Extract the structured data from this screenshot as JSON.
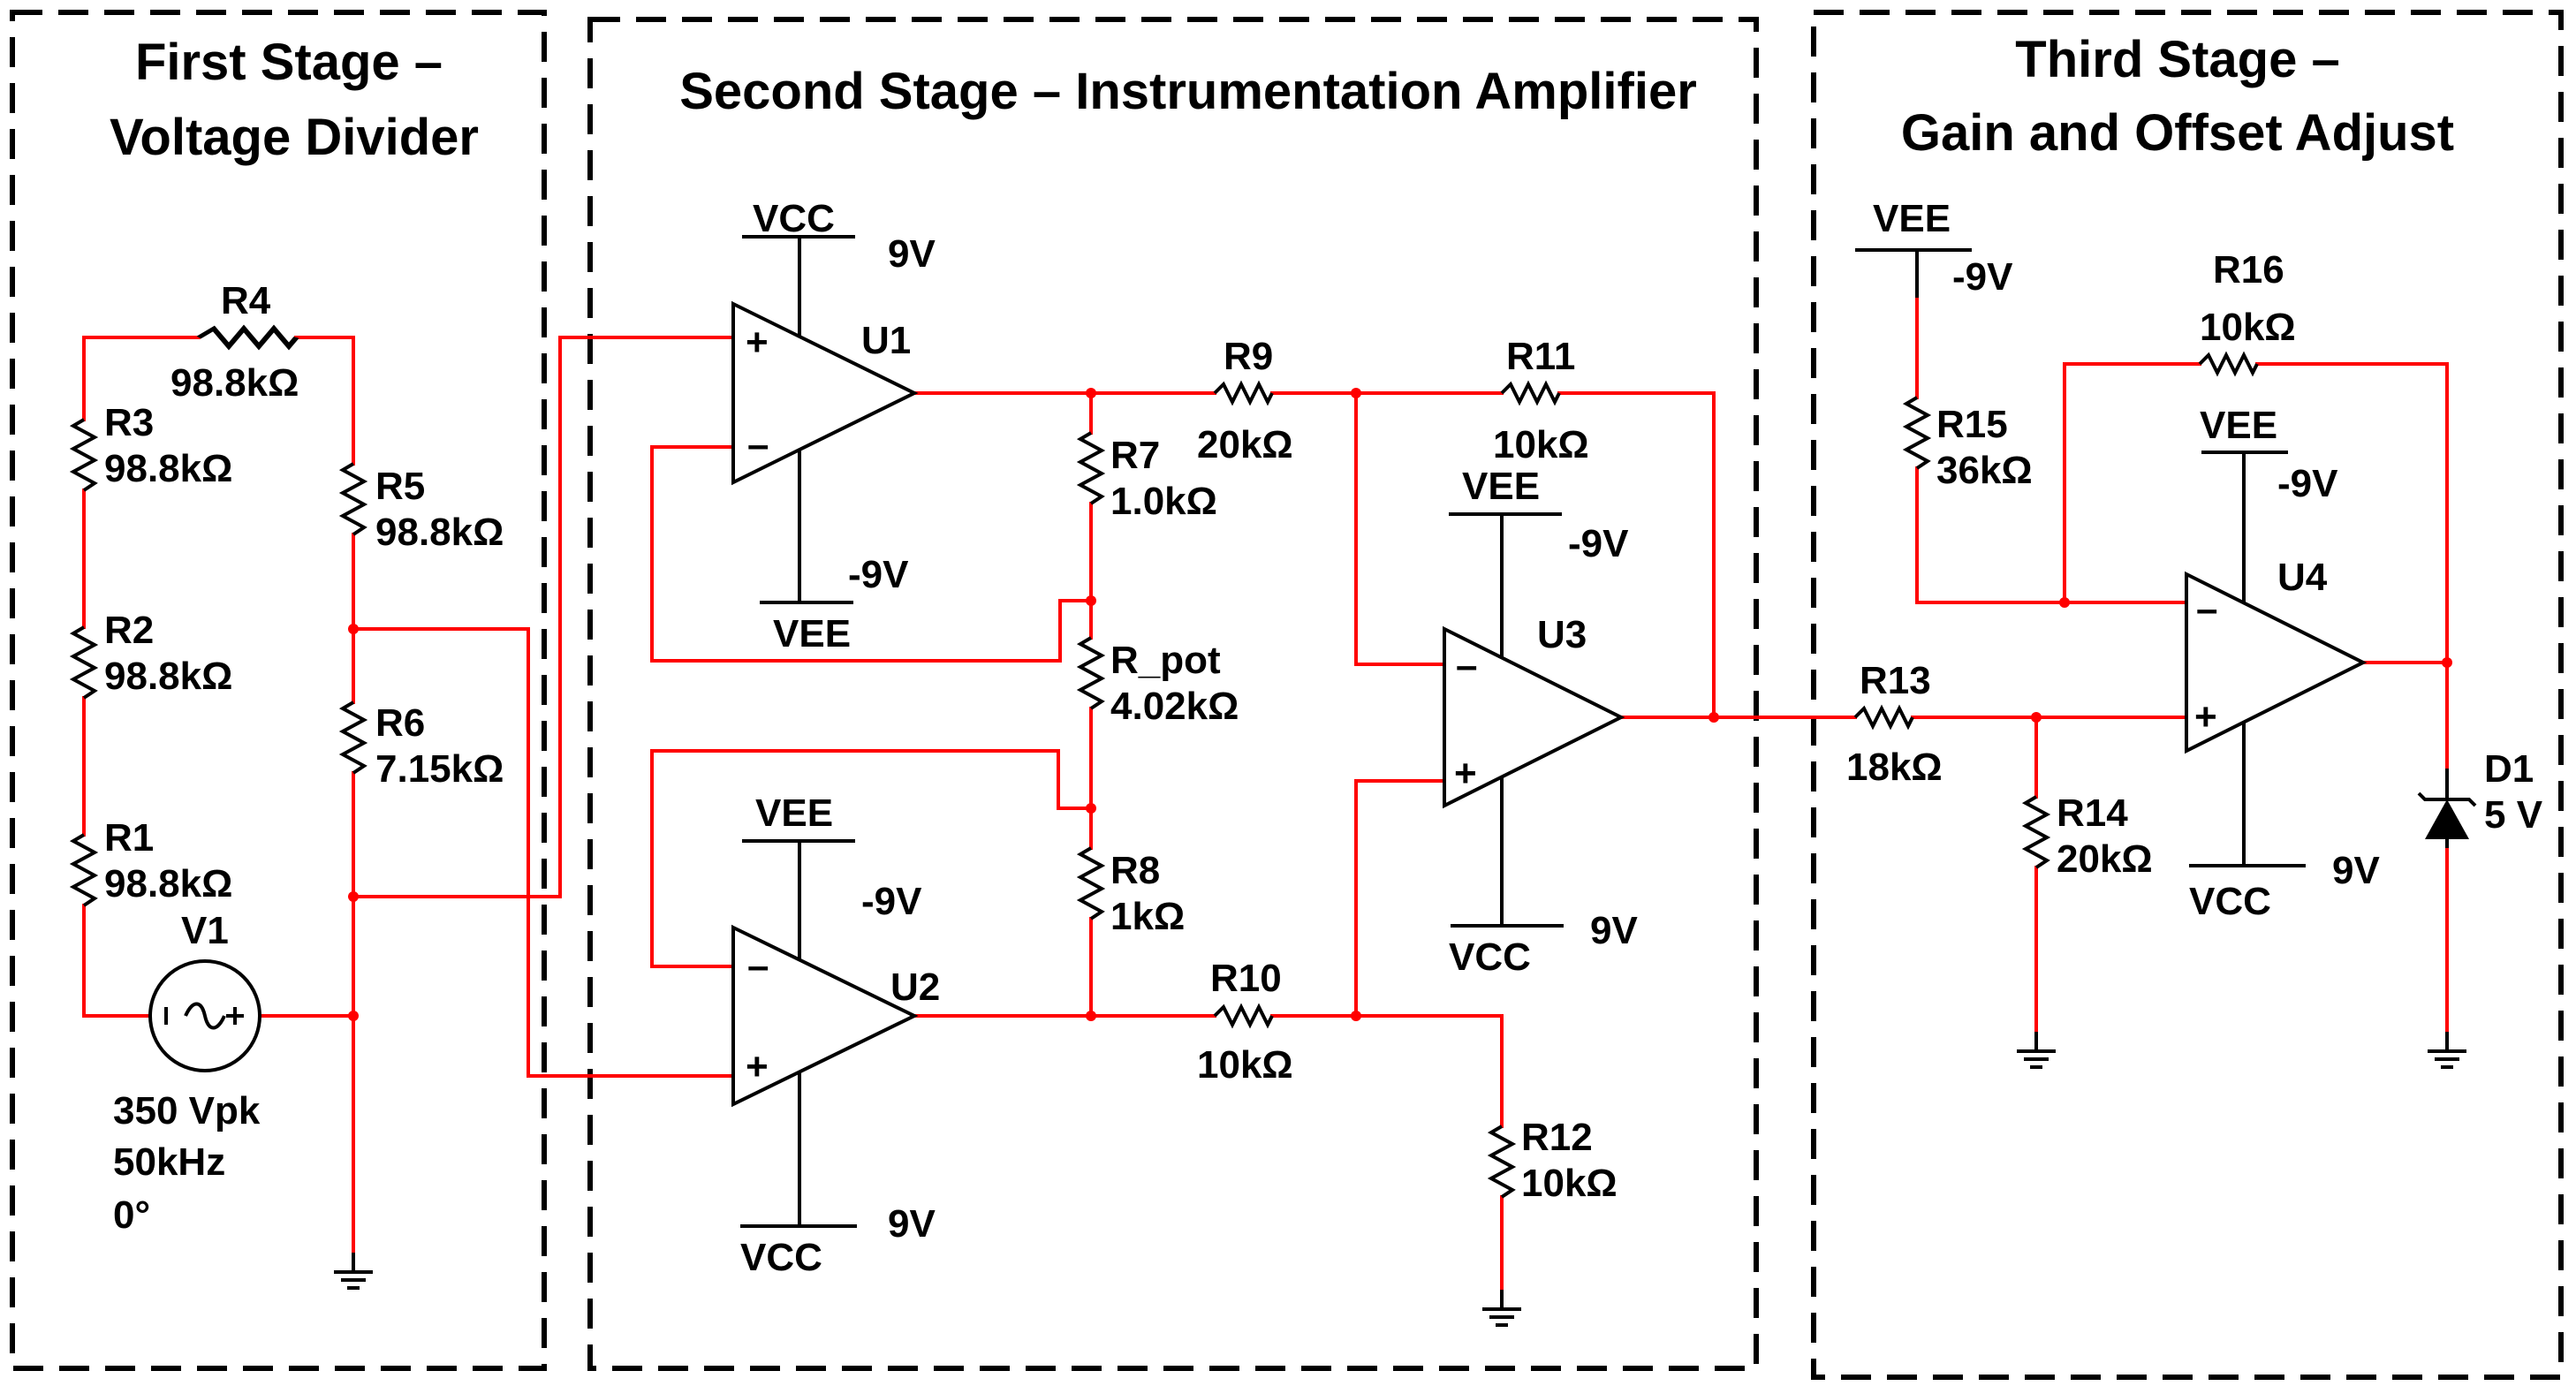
{
  "stages": {
    "first": {
      "title_line1": "First Stage –",
      "title_line2": "Voltage Divider"
    },
    "second": {
      "title": "Second Stage – Instrumentation Amplifier"
    },
    "third": {
      "title_line1": "Third Stage –",
      "title_line2": "Gain and Offset Adjust"
    }
  },
  "components": {
    "R1": {
      "name": "R1",
      "value": "98.8kΩ"
    },
    "R2": {
      "name": "R2",
      "value": "98.8kΩ"
    },
    "R3": {
      "name": "R3",
      "value": "98.8kΩ"
    },
    "R4": {
      "name": "R4",
      "value": "98.8kΩ"
    },
    "R5": {
      "name": "R5",
      "value": "98.8kΩ"
    },
    "R6": {
      "name": "R6",
      "value": "7.15kΩ"
    },
    "R7": {
      "name": "R7",
      "value": "1.0kΩ"
    },
    "R_pot": {
      "name": "R_pot",
      "value": "4.02kΩ"
    },
    "R8": {
      "name": "R8",
      "value": "1kΩ"
    },
    "R9": {
      "name": "R9",
      "value": "20kΩ"
    },
    "R10": {
      "name": "R10",
      "value": "10kΩ"
    },
    "R11": {
      "name": "R11",
      "value": "10kΩ"
    },
    "R12": {
      "name": "R12",
      "value": "10kΩ"
    },
    "R13": {
      "name": "R13",
      "value": "18kΩ"
    },
    "R14": {
      "name": "R14",
      "value": "20kΩ"
    },
    "R15": {
      "name": "R15",
      "value": "36kΩ"
    },
    "R16": {
      "name": "R16",
      "value": "10kΩ"
    },
    "V1": {
      "name": "V1",
      "amplitude": "350 Vpk",
      "frequency": "50kHz",
      "phase": "0°"
    },
    "U1": {
      "name": "U1"
    },
    "U2": {
      "name": "U2"
    },
    "U3": {
      "name": "U3"
    },
    "U4": {
      "name": "U4"
    },
    "D1": {
      "name": "D1",
      "value": "5 V"
    }
  },
  "rails": {
    "vcc_name": "VCC",
    "vee_name": "VEE",
    "vcc_value": "9V",
    "vee_value": "-9V"
  },
  "symbols": {
    "plus": "+",
    "minus": "–"
  },
  "colors": {
    "wire": "#ff0000",
    "component": "#000000",
    "background": "#ffffff"
  }
}
